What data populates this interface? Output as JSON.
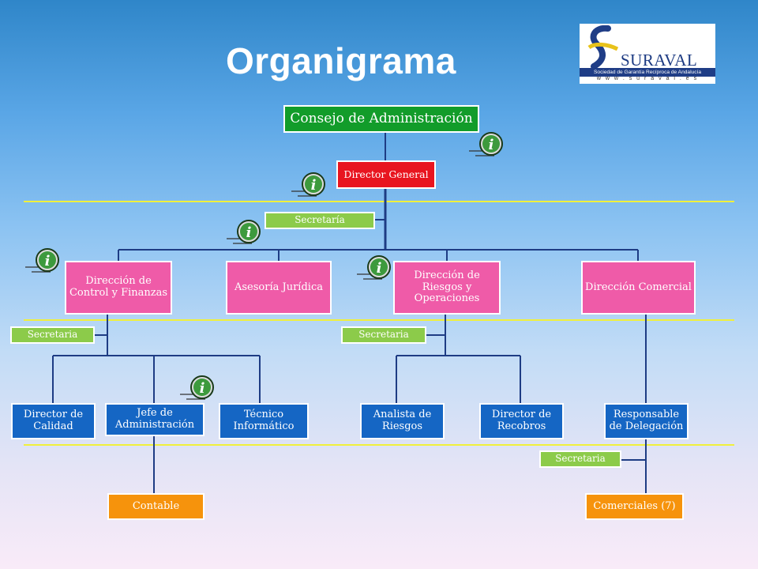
{
  "header": {
    "title": "Organigrama"
  },
  "logo": {
    "name": "SURAVAL",
    "tagline": "Sociedad de Garantía Recíproca de Andalucía",
    "url": "w w w . s u r a v a l . e s"
  },
  "nodes": {
    "council": "Consejo de Administración",
    "director_general": "Director General",
    "secretaria_general": "Secretaría",
    "control_finanzas": "Dirección de Control y Finanzas",
    "asesoria_juridica": "Asesoría Jurídica",
    "riesgos_operaciones": "Dirección de Riesgos y Operaciones",
    "comercial": "Dirección Comercial",
    "secretaria_control": "Secretaria",
    "secretaria_riesgos": "Secretaria",
    "director_calidad": "Director  de Calidad",
    "jefe_administracion": "Jefe de Administración",
    "tecnico_informatico": "Técnico Informático",
    "analista_riesgos": "Analista de Riesgos",
    "director_recobros": "Director de Recobros",
    "responsable_delegacion": "Responsable de Delegación",
    "secretaria_comercial": "Secretaria",
    "contable": "Contable",
    "comerciales": "Comerciales (7)"
  },
  "info_icons": [
    "info-icon",
    "info-icon",
    "info-icon",
    "info-icon",
    "info-icon",
    "info-icon"
  ],
  "colors": {
    "council": "#129c2a",
    "director_general": "#e8151f",
    "direction": "#ef5ba8",
    "staff": "#1566c4",
    "secretary": "#8ccb4a",
    "bottom": "#f6930c",
    "divider": "#f0f03c",
    "connector": "#1e3c84"
  }
}
